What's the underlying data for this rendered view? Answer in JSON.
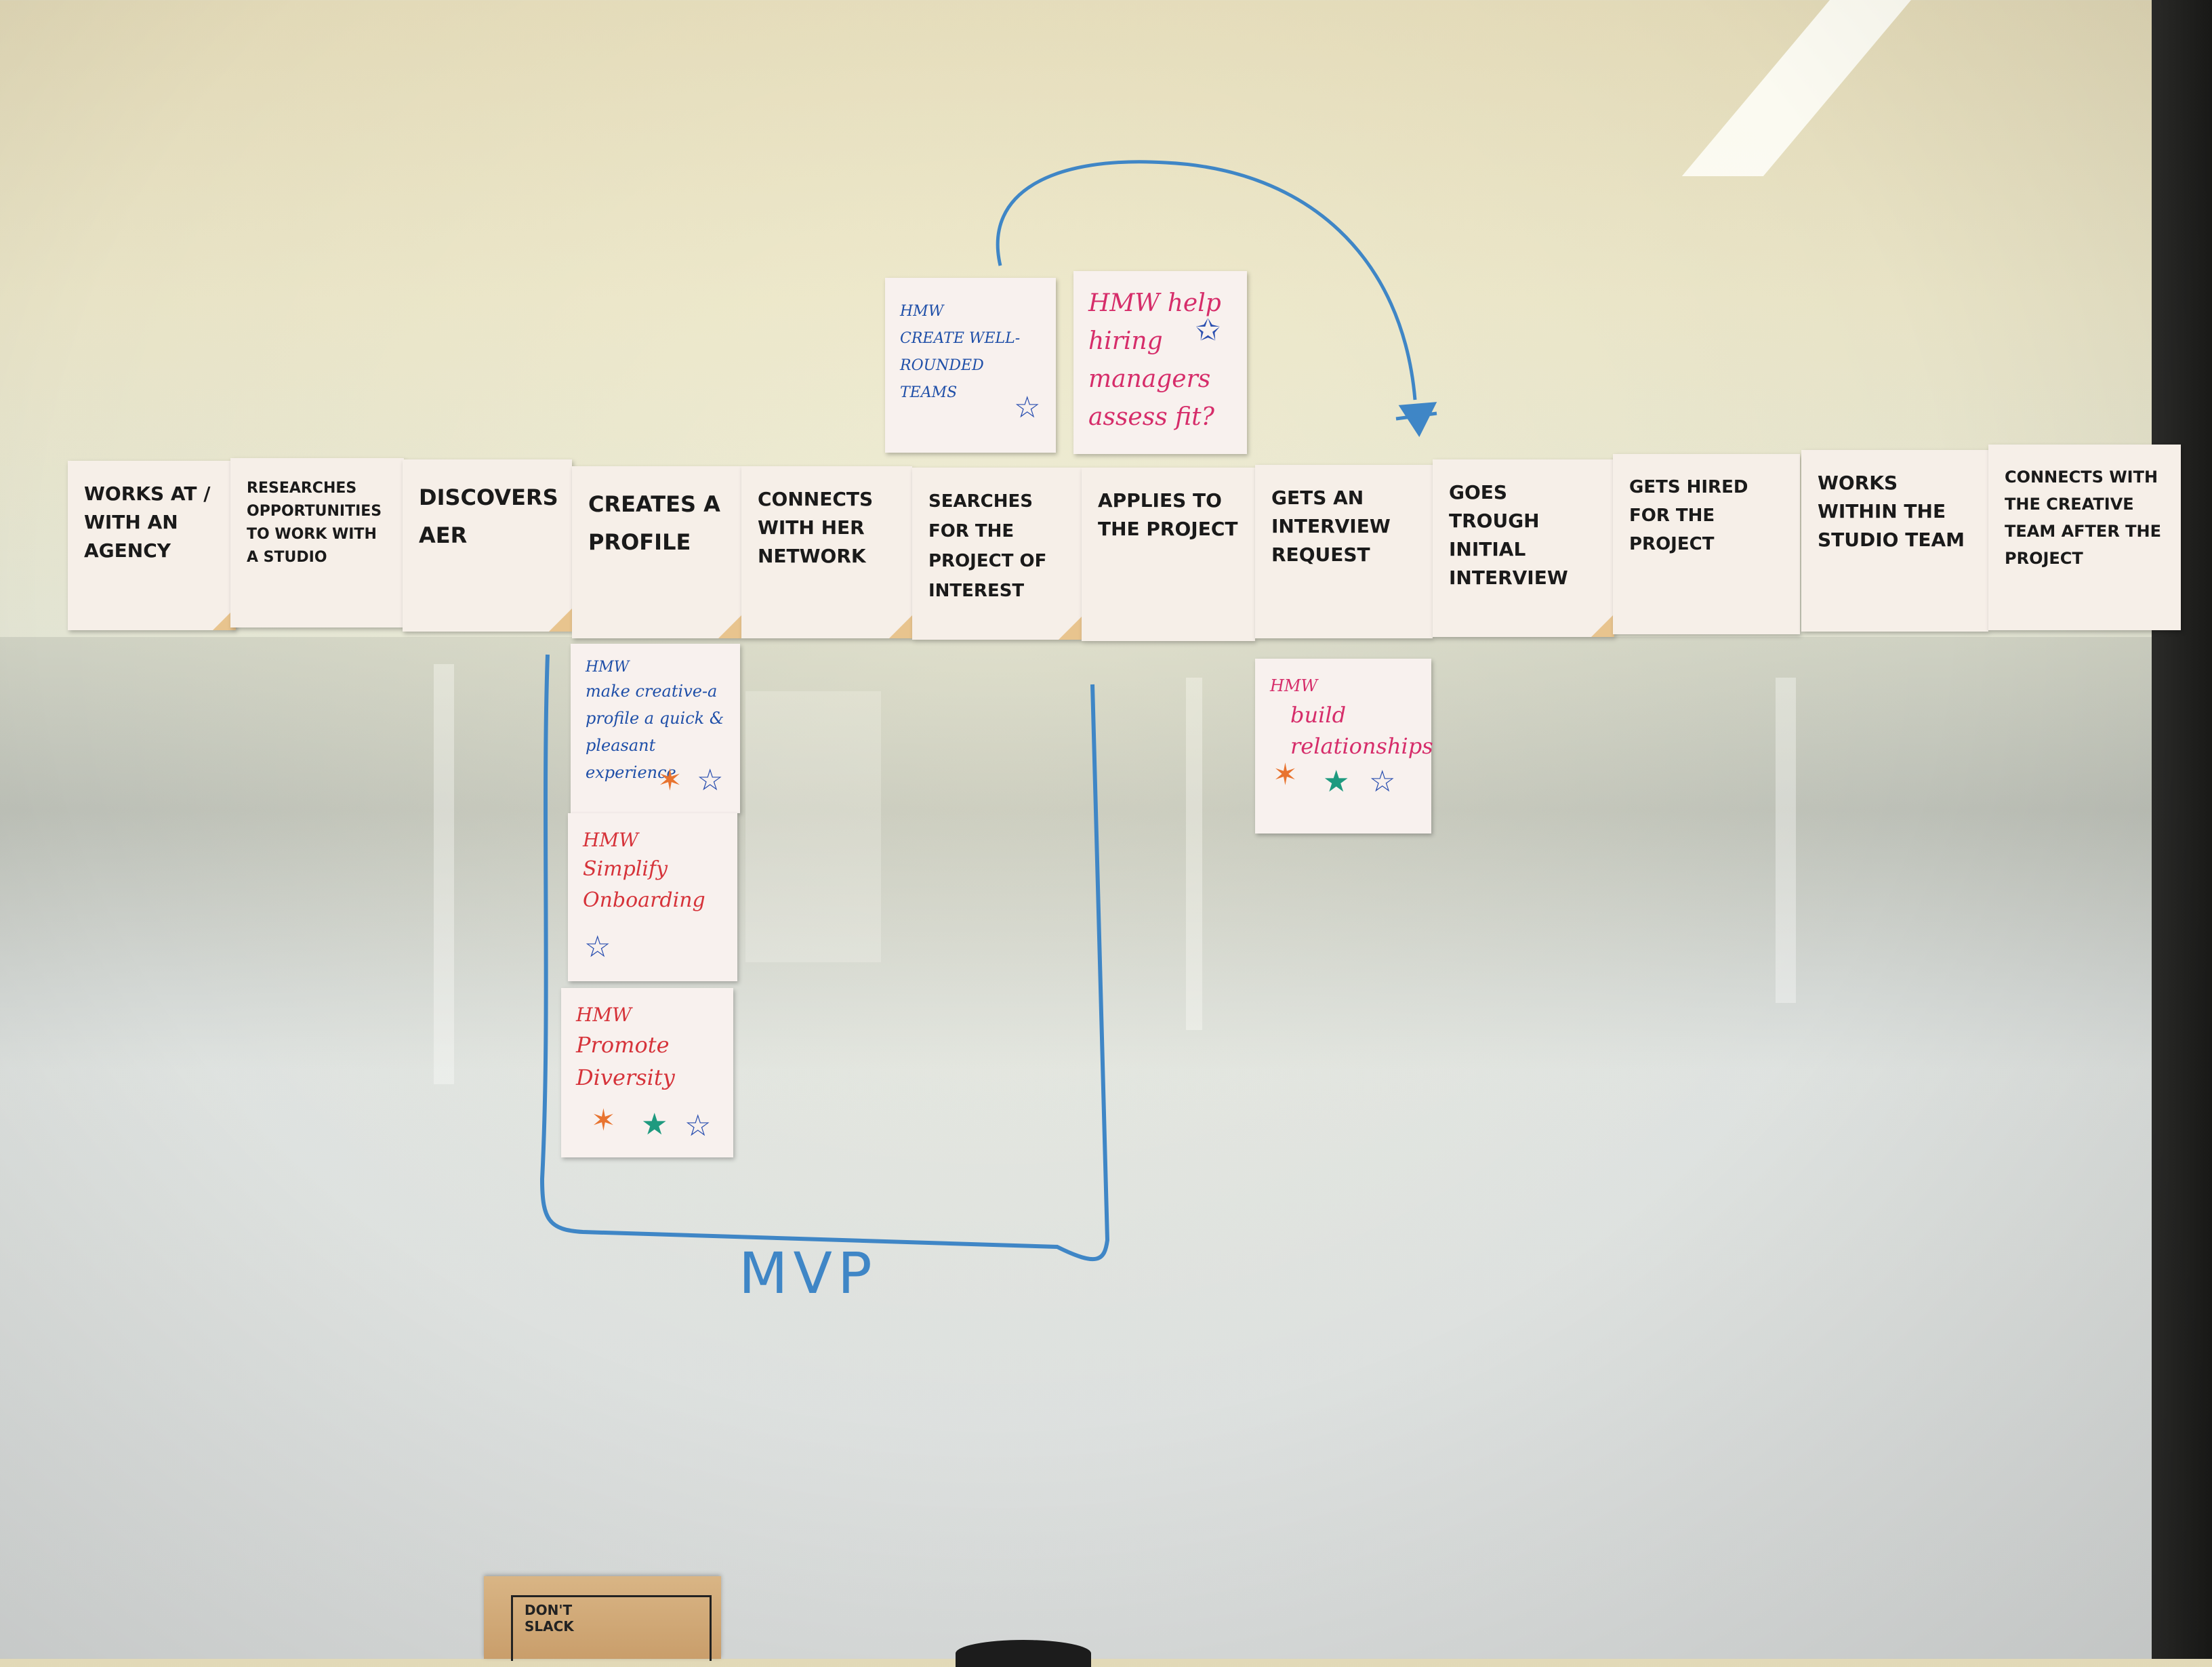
{
  "journey_steps": [
    {
      "text": "Works at / with an agency"
    },
    {
      "text": "Researches opportunities to work with a studio"
    },
    {
      "text": "Discovers AER"
    },
    {
      "text": "Creates a profile"
    },
    {
      "text": "Connects with her network"
    },
    {
      "text": "Searches for the project of interest"
    },
    {
      "text": "Applies to the project"
    },
    {
      "text": "Gets an interview request"
    },
    {
      "text": "Goes trough initial interview"
    },
    {
      "text": "Gets hired for the project"
    },
    {
      "text": "Works within the studio team"
    },
    {
      "text": "Connects with the creative team after the project"
    }
  ],
  "top_hmw": [
    {
      "label": "HMW",
      "text": "create well-rounded teams",
      "color": "#1f4fa8"
    },
    {
      "label": "",
      "text": "HMW help hiring managers assess fit?",
      "color": "#d62d6a"
    }
  ],
  "hmw_profile": [
    {
      "label": "HMW",
      "text": "make creative-a profile a quick & pleasant experience",
      "color": "#1f4fa8"
    },
    {
      "label": "HMW",
      "text": "Simplify Onboarding",
      "color": "#d6333a"
    },
    {
      "label": "HMW",
      "text": "Promote Diversity",
      "color": "#d6333a"
    }
  ],
  "hmw_interview": {
    "label": "HMW",
    "text": "build relationships",
    "color": "#d62d6a"
  },
  "mvp_label": "MVP",
  "sign_text": "DON'T SLACK",
  "colors": {
    "marker_blue": "#3f86c6",
    "star_blue": "#2a4fb0",
    "star_green": "#1e9a7f",
    "star_orange": "#e8732f"
  }
}
